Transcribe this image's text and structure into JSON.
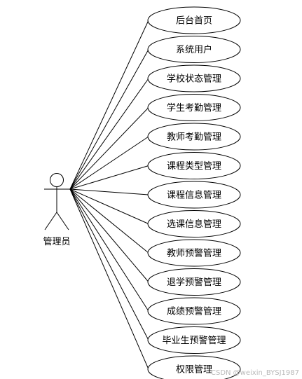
{
  "actor": {
    "name": "管理员",
    "icon": "stick-figure-icon"
  },
  "use_cases": [
    "后台首页",
    "系统用户",
    "学校状态管理",
    "学生考勤管理",
    "教师考勤管理",
    "课程类型管理",
    "课程信息管理",
    "选课信息管理",
    "教师预警管理",
    "退学预警管理",
    "成绩预警管理",
    "毕业生预警管理",
    "权限管理"
  ],
  "watermark": "CSDN @weixin_BYSJ1987",
  "colors": {
    "stroke": "#000000",
    "background": "#ffffff",
    "watermark": "#b9b9b9"
  }
}
